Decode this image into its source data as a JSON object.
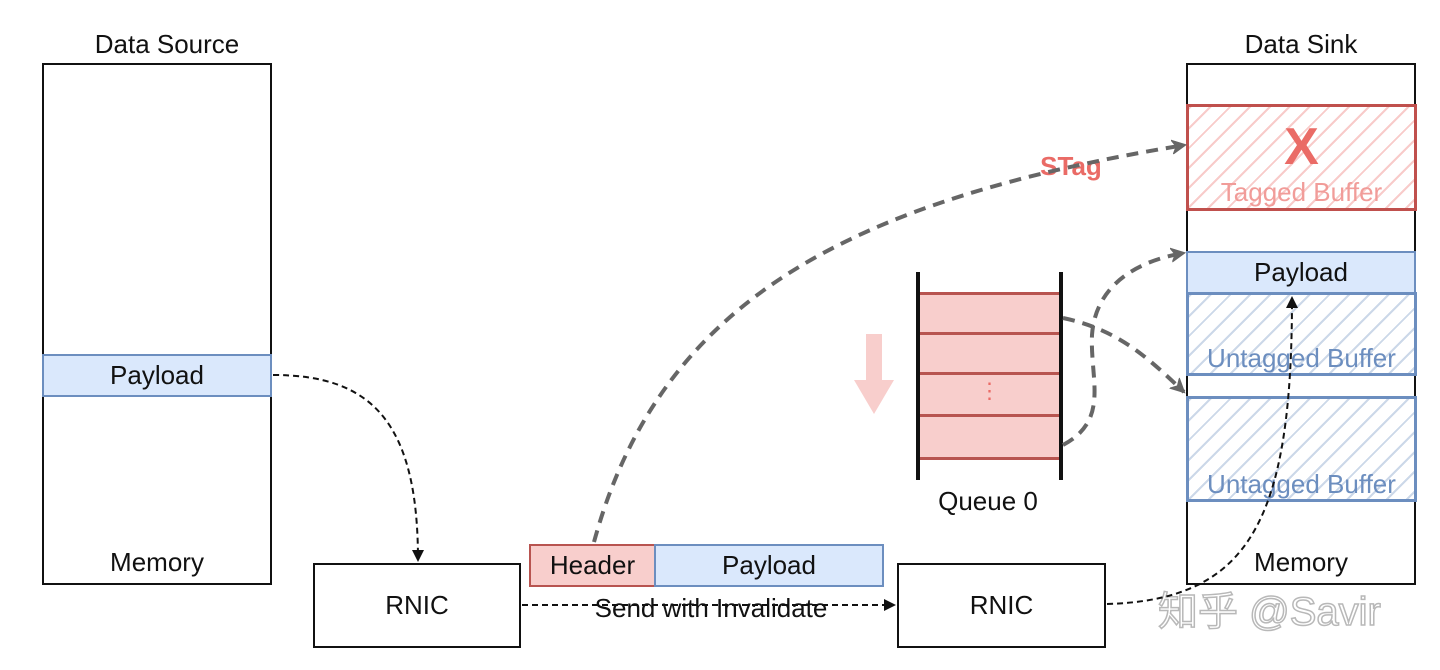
{
  "source": {
    "title": "Data Source",
    "payload_label": "Payload",
    "memory_label": "Memory"
  },
  "sink": {
    "title": "Data Sink",
    "tagged_buffer_label": "Tagged Buffer",
    "tagged_mark": "X",
    "payload_label": "Payload",
    "untagged_buffer_1_label": "Untagged Buffer",
    "untagged_buffer_2_label": "Untagged Buffer",
    "memory_label": "Memory"
  },
  "rnic_left_label": "RNIC",
  "rnic_right_label": "RNIC",
  "packet": {
    "header_label": "Header",
    "payload_label": "Payload"
  },
  "transfer_label": "Send with Invalidate",
  "stag_label": "STag",
  "queue": {
    "label": "Queue 0",
    "ellipsis": "⋮"
  },
  "watermark": "知乎 @Savir",
  "colors": {
    "blue_fill": "#dae8fc",
    "blue_stroke": "#6c8ebf",
    "red_fill": "#f8cecc",
    "red_stroke": "#b85450",
    "stag_text": "#ea6b66",
    "arrow_gray": "#666666"
  }
}
